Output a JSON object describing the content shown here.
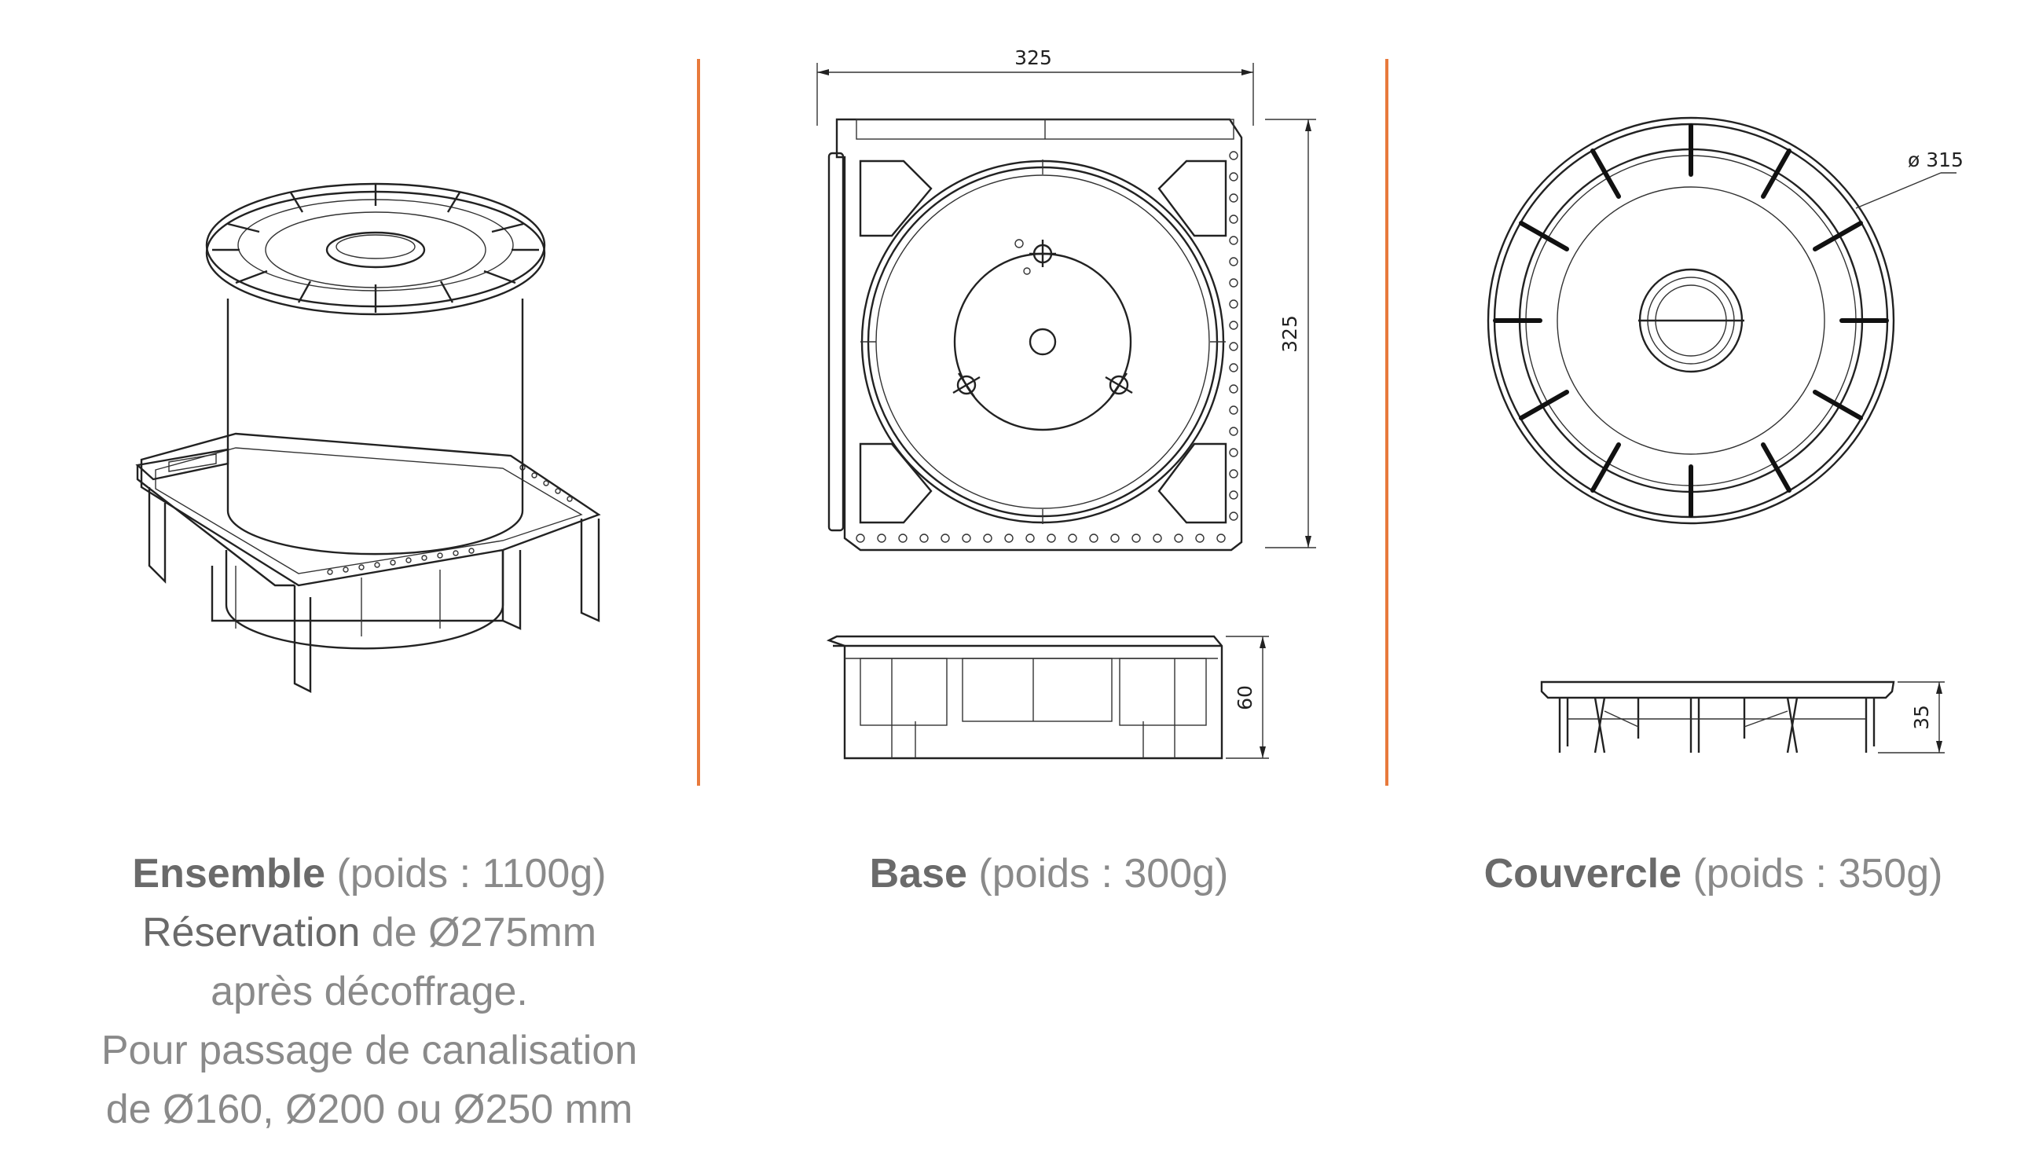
{
  "colors": {
    "divider": "#e87a3c",
    "text": "#8a8a8a",
    "text_strong": "#6a6a6a",
    "line": "#222222"
  },
  "ensemble": {
    "title": "Ensemble",
    "weight": "(poids : 1100g)",
    "line2_strong": "Réservation",
    "line2_rest": " de Ø275mm",
    "line3": "après décoffrage.",
    "line4": "Pour passage de canalisation",
    "line5": "de Ø160, Ø200 ou Ø250 mm"
  },
  "base": {
    "title": "Base",
    "weight": "(poids : 300g)",
    "dim_width": "325",
    "dim_height": "325",
    "dim_depth": "60"
  },
  "couvercle": {
    "title": "Couvercle",
    "weight": "(poids : 350g)",
    "dim_diameter": "ø 315",
    "dim_height": "35"
  }
}
